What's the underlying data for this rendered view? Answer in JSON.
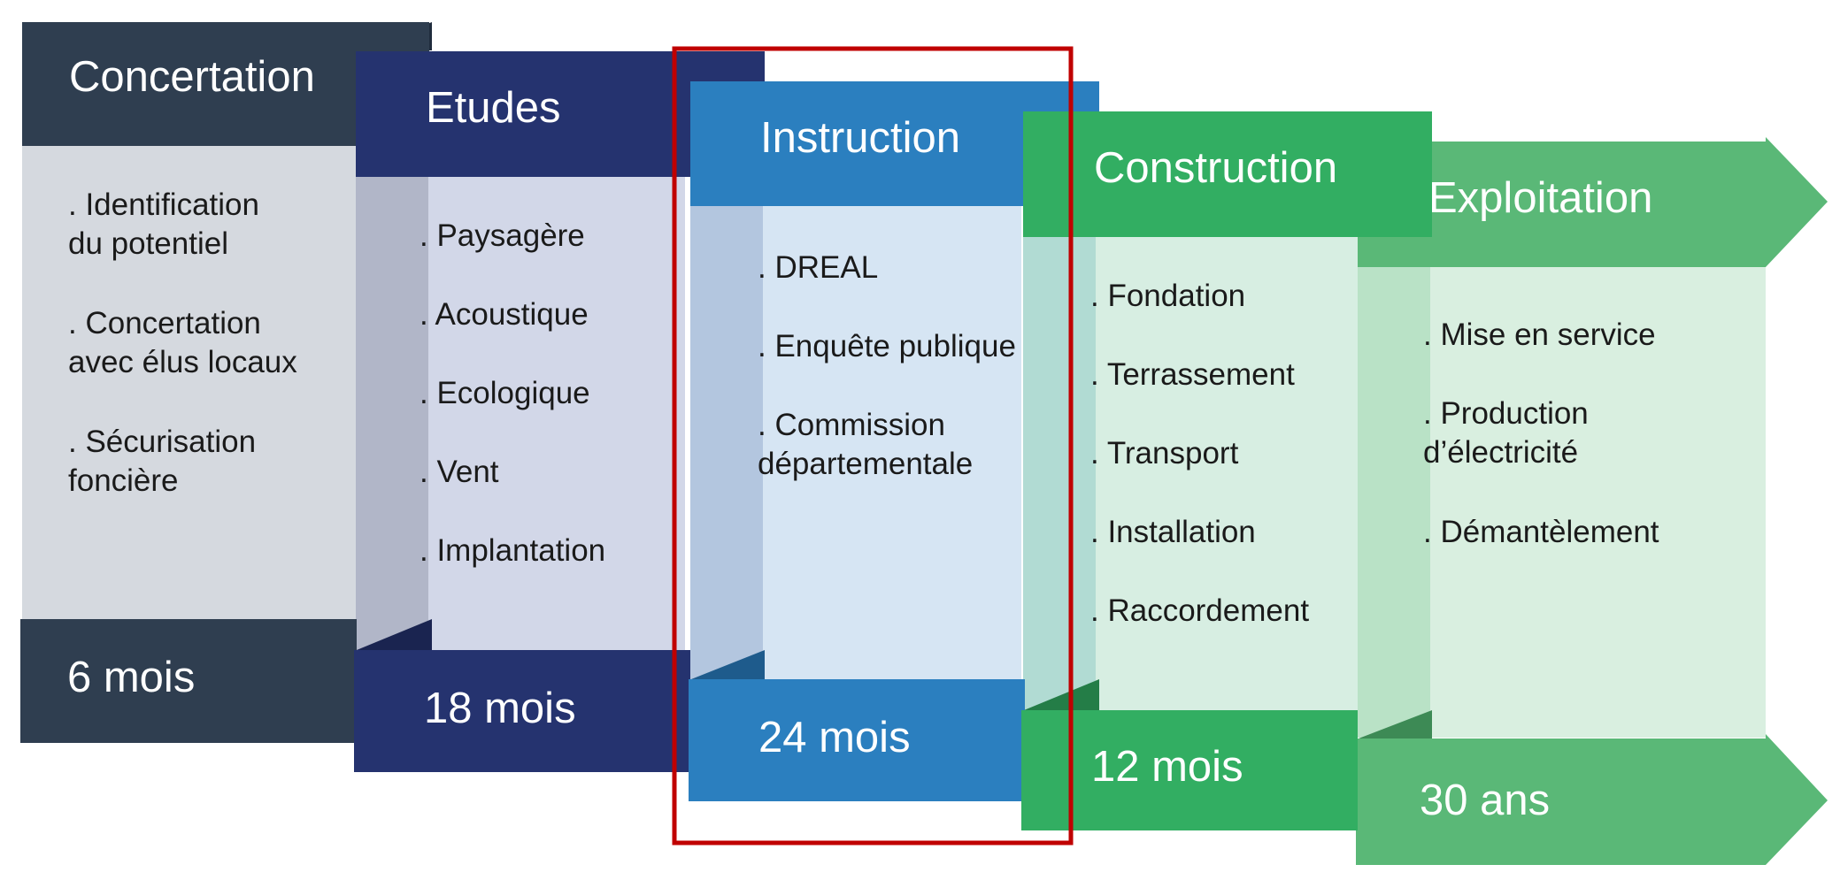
{
  "phases": [
    {
      "title": "Concertation",
      "duration": "6 mois",
      "items": [
        ". Identification\ndu potentiel",
        ". Concertation\navec élus locaux",
        ". Sécurisation\nfoncière"
      ]
    },
    {
      "title": "Etudes",
      "duration": "18 mois",
      "items": [
        ". Paysagère",
        ". Acoustique",
        ". Ecologique",
        ". Vent",
        ". Implantation"
      ]
    },
    {
      "title": "Instruction",
      "duration": "24 mois",
      "items": [
        ". DREAL",
        ". Enquête publique",
        ". Commission\ndépartementale"
      ]
    },
    {
      "title": "Construction",
      "duration": "12 mois",
      "items": [
        ". Fondation",
        ". Terrassement",
        ". Transport",
        ". Installation",
        ". Raccordement"
      ]
    },
    {
      "title": "Exploitation",
      "duration": "30 ans",
      "items": [
        ". Mise en service",
        ". Production\nd’électricité",
        ". Démantèlement"
      ]
    }
  ],
  "colors": {
    "concertation": "#2f3e50",
    "etudes": "#25336f",
    "instruction": "#2b7fbf",
    "construction": "#32ae62",
    "exploitation": "#5ab877",
    "highlight": "#c00000"
  }
}
